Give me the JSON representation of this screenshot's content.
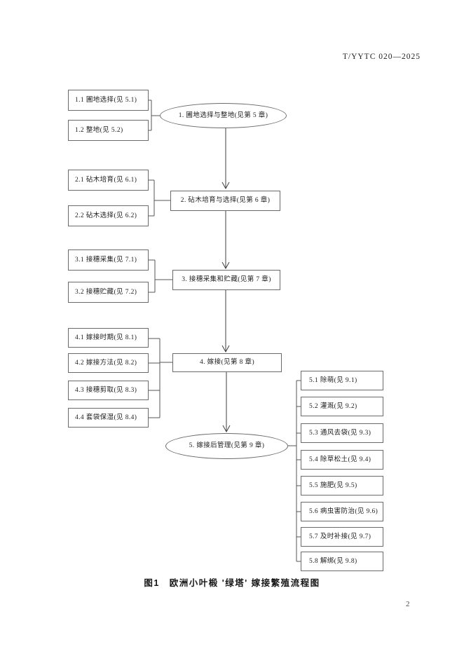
{
  "doc": {
    "code": "T/YYTC  020—2025",
    "figure_caption": "图1　欧洲小叶椴 '绿塔' 嫁接繁殖流程图",
    "page_number": "2"
  },
  "flowchart": {
    "left_boxes": [
      {
        "label": "1.1 圃地选择(见 5.1)"
      },
      {
        "label": "1.2 整地(见 5.2)"
      },
      {
        "label": "2.1 砧木培育(见 6.1)"
      },
      {
        "label": "2.2 砧木选择(见 6.2)"
      },
      {
        "label": "3.1 接穗采集(见 7.1)"
      },
      {
        "label": "3.2 接穗贮藏(见 7.2)"
      },
      {
        "label": "4.1 嫁接时期(见 8.1)"
      },
      {
        "label": "4.2 嫁接方法(见 8.2)"
      },
      {
        "label": "4.3 接穗剪取(见 8.3)"
      },
      {
        "label": "4.4 套袋保湿(见 8.4)"
      }
    ],
    "center_nodes": [
      {
        "label": "1. 圃地选择与整地(见第 5 章)",
        "shape": "ellipse"
      },
      {
        "label": "2. 砧木培育与选择(见第 6 章)",
        "shape": "rect"
      },
      {
        "label": "3. 接穗采集和贮藏(见第 7 章)",
        "shape": "rect"
      },
      {
        "label": "4. 嫁接(见第 8 章)",
        "shape": "rect"
      },
      {
        "label": "5. 嫁接后管理(见第 9 章)",
        "shape": "ellipse"
      }
    ],
    "right_boxes": [
      {
        "label": "5.1 除萌(见 9.1)"
      },
      {
        "label": "5.2 灌溉(见 9.2)"
      },
      {
        "label": "5.3 通风去袋(见 9.3)"
      },
      {
        "label": "5.4 除草松土(见 9.4)"
      },
      {
        "label": "5.5 施肥(见 9.5)"
      },
      {
        "label": "5.6 病虫害防治(见 9.6)"
      },
      {
        "label": "5.7 及时补接(见 9.7)"
      },
      {
        "label": "5.8 解绑(见 9.8)"
      }
    ]
  }
}
